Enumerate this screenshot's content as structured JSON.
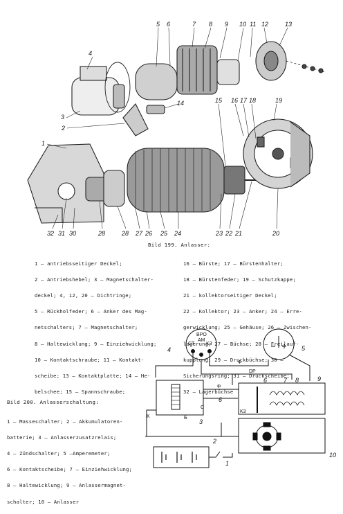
{
  "fig199": {
    "caption": "Bild 199. Anlasser:",
    "parts_left": [
      "1 – antriebsseitiger Deckel;",
      "2 – Antriebshebel; 3 – Magnetschalter-",
      "deckel; 4, 12, 20 – Dichtringe;",
      "5 – Rückholfeder; 6 – Anker des Mag-",
      "netschalters; 7 – Magnetschalter;",
      "8 – Haltewicklung; 9 – Einziehwicklung;",
      "10 – Kontaktschraube; 11 – Kontakt-",
      "scheibe; 13 – Kontaktplatte; 14 – He-",
      "belschee; 15 – Spannschraube;"
    ],
    "parts_right": [
      "16 – Bürste; 17 – Bürstenhalter;",
      "18 – Bürstenfeder; 19 – Schutzkappe;",
      "21 – kollektorseitiger Deckel;",
      "22 – Kollektor; 23 – Anker; 24 – Erre-",
      "gerwicklung; 25 – Gehäuse; 26 – Zwischen-",
      "lagerung; 27 – Büchse; 28 – Freilauf-",
      "kupplung; 29 – Druckbüchse; 30 –",
      "Sicherungsring; 31 – Druckscheibe;",
      "32 – Lagerbüchse"
    ],
    "callouts_top": [
      "5",
      "6",
      "7",
      "8",
      "9",
      "10",
      "11",
      "12",
      "13"
    ],
    "callouts_left": [
      "4",
      "3",
      "2",
      "1"
    ],
    "callout_14": "14",
    "callouts_mid": [
      "15",
      "16",
      "17",
      "18",
      "19"
    ],
    "callouts_bottom": [
      "32",
      "31",
      "30",
      "28",
      "28",
      "27",
      "26",
      "25",
      "24",
      "23",
      "22",
      "21",
      "20"
    ]
  },
  "fig200": {
    "caption": "Bild 200. Anlasserschaltung:",
    "parts": [
      "1 – Masseschalter; 2 – Akkumulatoren-",
      "batterie; 3 – Anlasserzusatzrelais;",
      "4 – Zündschalter; 5 –Amperemeter;",
      "6 – Kontaktscheibe; 7 – Einziehwicklung;",
      "8 – Haltewicklung; 9 – Anlassermagnet-",
      "schalter; 10 – Anlasser"
    ],
    "switch_terminals": [
      "BPO",
      "AM",
      "CT",
      "K3"
    ],
    "relay_terminals": [
      "K",
      "Б",
      "C",
      "K3"
    ],
    "wire_labels": [
      "Ф",
      "DP",
      "Ф"
    ],
    "callouts": [
      "4",
      "5",
      "3",
      "1",
      "2",
      "6",
      "7",
      "8",
      "9",
      "10",
      "6"
    ]
  }
}
